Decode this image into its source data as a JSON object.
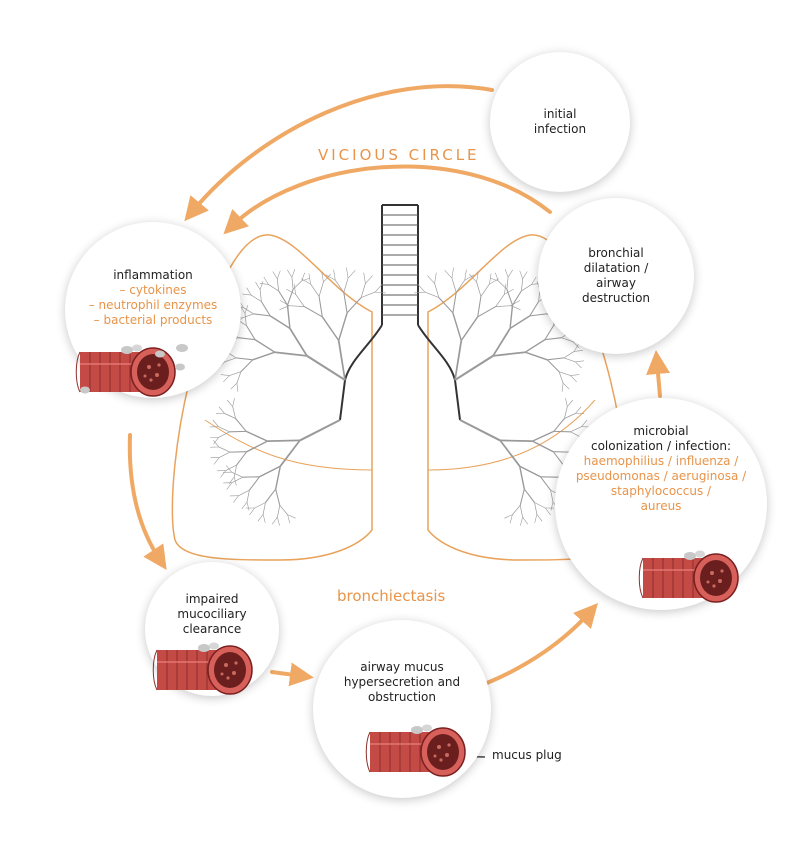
{
  "title": "VICIOUS CIRCLE",
  "center_label": "bronchiectasis",
  "colors": {
    "accent": "#e8944a",
    "lung_outline": "#e8a35c",
    "bronchi": "#9a9a9a",
    "tube_red": "#c44a45",
    "tube_dark": "#6b1e1e",
    "mucus": "#c8c8c8"
  },
  "nodes": {
    "initial": {
      "lines": [
        "initial",
        "infection"
      ]
    },
    "dilatation": {
      "lines": [
        "bronchial",
        "dilatation /",
        "airway",
        "destruction"
      ]
    },
    "microbial": {
      "lines": [
        "microbial",
        "colonization / infection:"
      ],
      "organisms": [
        "haemophilius / influenza /",
        "pseudomonas / aeruginosa /",
        "staphylococcus /",
        "aureus"
      ]
    },
    "mucus": {
      "lines": [
        "airway mucus",
        "hypersecretion and",
        "obstruction"
      ]
    },
    "clearance": {
      "lines": [
        "impaired",
        "mucociliary",
        "clearance"
      ]
    },
    "inflammation": {
      "lines": [
        "inflammation"
      ],
      "mediators": [
        "– cytokines",
        "– neutrophil enzymes",
        "– bacterial products"
      ]
    }
  },
  "mucus_plug_label": "mucus plug"
}
